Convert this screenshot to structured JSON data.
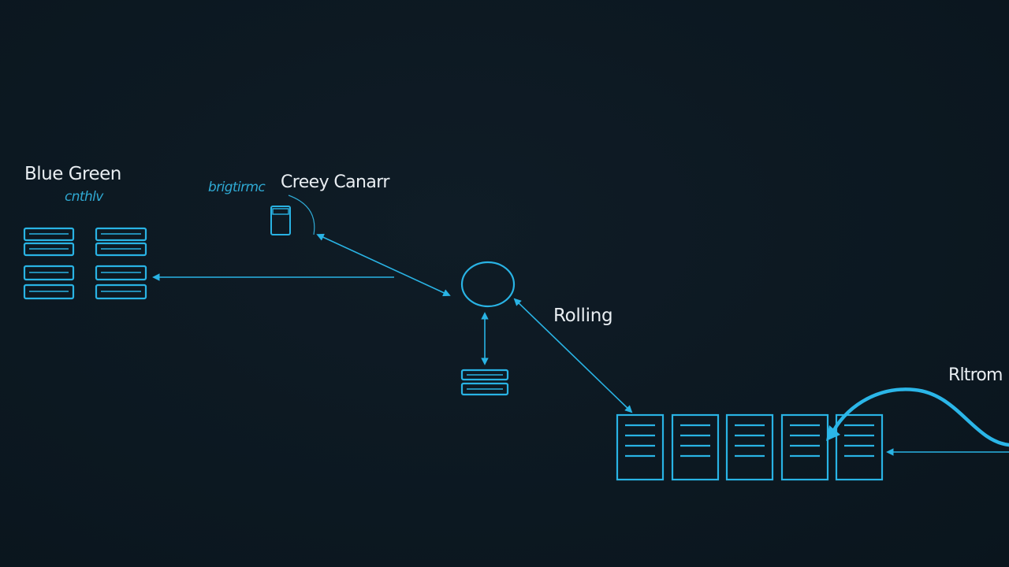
{
  "diagram": {
    "labels": {
      "blue_green": "Blue Green",
      "blue_green_sub": "cnthlv",
      "canary_sub": "brigtirmc",
      "canary": "Creey  Canarr",
      "rolling": "Rolling",
      "right_cut": "Rltrom"
    },
    "colors": {
      "background": "#0c1821",
      "stroke": "#29b3e4",
      "stroke_dim": "#2fa9d3",
      "text": "#e9eef2"
    }
  }
}
